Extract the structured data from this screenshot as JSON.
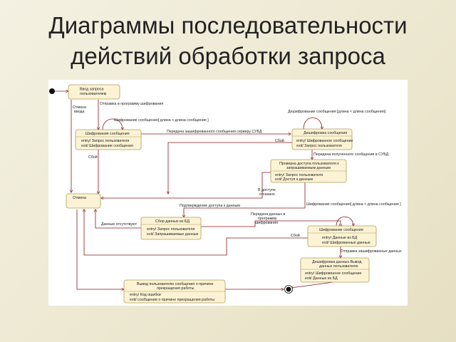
{
  "title": {
    "line1": "Диаграммы последовательности",
    "line2": "действий обработки запроса"
  },
  "states": {
    "input": {
      "l1": "Ввод запроса",
      "l2": "пользователем"
    },
    "encrypt": {
      "name": "Шифрования сообщения",
      "entry": "entry/ Запрос пользователя",
      "exit": "exit/ Шифрование сообщения"
    },
    "decrypt": {
      "name": "Дешифровка сообщения",
      "entry": "entry/ Шифрованное сообщение",
      "exit": "exit/ Запрос пользователя"
    },
    "access": {
      "l1": "Проверка доступа пользователя к",
      "l2": "запрашиваемым данным",
      "entry": "entry/ Запрос пользователя",
      "exit": "exit/ Доступ к данным"
    },
    "cancel": {
      "name": "Отмена"
    },
    "collect": {
      "name": "Сбор данных из БД",
      "entry": "entry/ Запрос пользователя",
      "exit": "exit/ Запрашиваемые данные"
    },
    "encrypt2": {
      "name": "Шифрование сообщения",
      "entry": "entry/ Данные из БД",
      "exit": "exit/ Шифрованные данные"
    },
    "decrypt2": {
      "l1": "Дешифровка данных.Вывод",
      "l2": "данных пользователю",
      "entry": "entry/ Шифрованное сообщение",
      "exit": "exit/ Данные из БД"
    },
    "output": {
      "l1": "Вывод пользователю сообщения о причине",
      "l2": "прекращения работы",
      "entry": "entry/ Код ошибки",
      "exit": "exit/ сообщение о причине прекращения работы"
    }
  },
  "transitions": {
    "send_to_encrypt": "Отправка в программу шифрования",
    "cancel_input_l1": "Отмена",
    "cancel_input_l2": "ввода",
    "encrypt_loop": "Шифрование сообщения[ длина < длина сообщения ]",
    "transfer_db": "Передача зашифрованного сообщения серверу СУБД",
    "decrypt_loop": "Дешифрование сообщения [длина < длина сообщения]",
    "fail_right": "Сбой",
    "fail_left": "Сбой",
    "transfer_dbms": "Передача полученного сообщения в СУБД",
    "denied_l1": "В доступе",
    "denied_l2": "отказано",
    "access_ok": "Подтверждение доступа к данным",
    "encrypt2_loop": "Шифрование сообщения[ длина < длина сообщения ]",
    "transfer_enc_l1": "Передача данных в",
    "transfer_enc_l2": "программу",
    "transfer_enc_l3": "шифрования",
    "no_data": "Данные отсутствуют",
    "fail_bottom": "Сбой",
    "send_enc_data": "Отправка зашифрованных данных"
  }
}
